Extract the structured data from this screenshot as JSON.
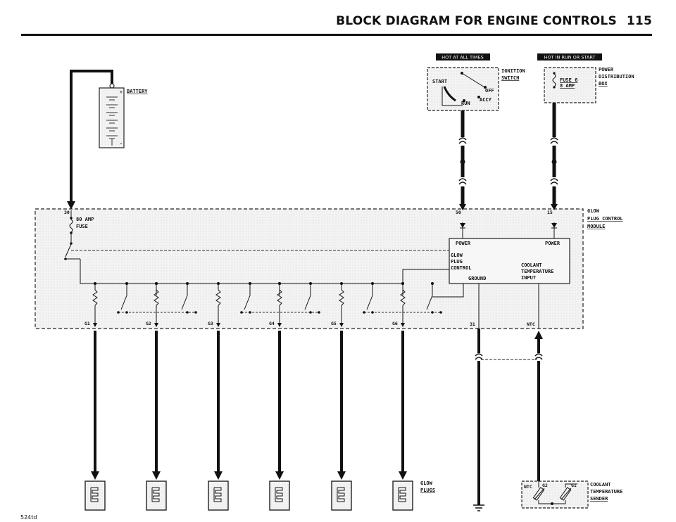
{
  "header": {
    "title": "BLOCK DIAGRAM FOR ENGINE CONTROLS",
    "page_number": "115"
  },
  "banners": {
    "hot_at_all_times": "HOT AT ALL TIMES",
    "hot_in_run_or_start": "HOT IN RUN OR START"
  },
  "battery": {
    "label": "BATTERY",
    "plus": "+",
    "minus": "-"
  },
  "ignition_switch": {
    "label_line1": "IGNITION",
    "label_line2": "SWITCH",
    "start": "START",
    "off": "OFF",
    "run": "RUN",
    "accy": "ACCY"
  },
  "power_distribution_box": {
    "label_line1": "POWER",
    "label_line2": "DISTRIBUTION",
    "label_line3": "BOX",
    "fuse_line1": "FUSE 6",
    "fuse_line2": "8 AMP"
  },
  "module": {
    "label_line1": "GLOW",
    "label_line2": "PLUG CONTROL",
    "label_line3": "MODULE",
    "fuse_line1": "80 AMP",
    "fuse_line2": "FUSE",
    "pin_30": "30",
    "pin_50": "50",
    "pin_15": "15",
    "pin_31": "31",
    "pin_ntc": "NTC",
    "power_left": "POWER",
    "power_right": "POWER",
    "glow_line1": "GLOW",
    "glow_line2": "PLUG",
    "glow_line3": "CONTROL",
    "coolant_line1": "COOLANT",
    "coolant_line2": "TEMPERATURE",
    "coolant_line3": "INPUT",
    "ground": "GROUND"
  },
  "outputs": [
    "G1",
    "G2",
    "G3",
    "G4",
    "G5",
    "G6"
  ],
  "glow_plugs": {
    "label_line1": "GLOW",
    "label_line2": "PLUGS"
  },
  "sender": {
    "label_line1": "COOLANT",
    "label_line2": "TEMPERATURE",
    "label_line3": "SENDER",
    "ntc": "NTC",
    "g2": "G2",
    "g1": "G1"
  },
  "footnote": "524td"
}
